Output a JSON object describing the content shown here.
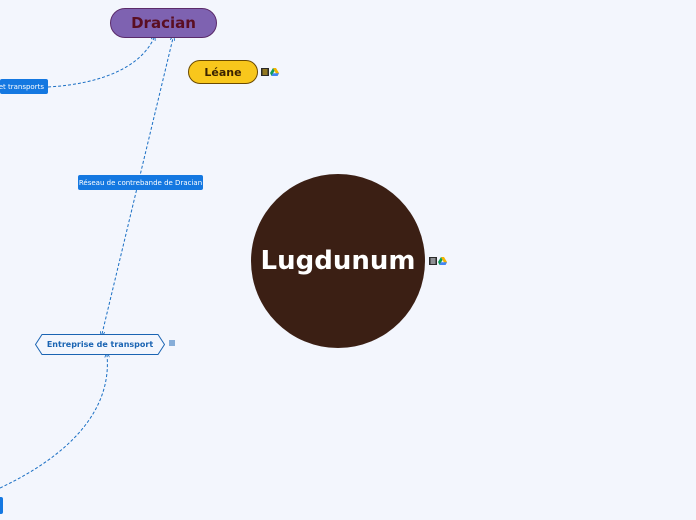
{
  "nodes": {
    "dracian": "Dracian",
    "leane": "Léane",
    "lugdunum": "Lugdunum",
    "entreprise": "Entreprise de transport"
  },
  "links": {
    "transports": "et transports",
    "reseau": "Réseau de contrebande de Dracian"
  },
  "icons": {
    "notes": "notes-icon",
    "drive": "drive-icon"
  },
  "colors": {
    "background": "#f3f6fd",
    "dracian": "#7e62b1",
    "leane": "#f8c71c",
    "lugdunum": "#3b1f14",
    "link": "#1478e1",
    "connector": "#1a6fc4"
  }
}
